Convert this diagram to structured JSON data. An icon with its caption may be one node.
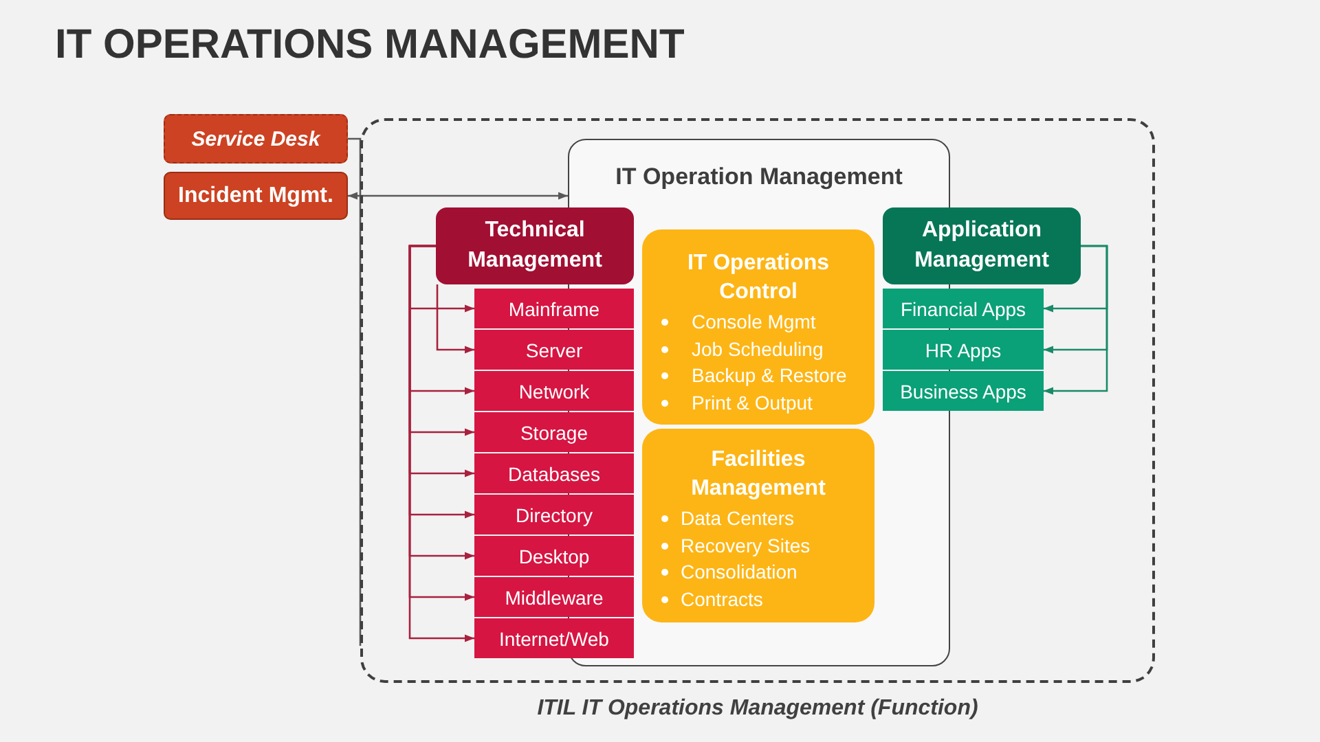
{
  "diagram": {
    "title": "IT OPERATIONS MANAGEMENT",
    "nodes": [
      {
        "text": [
          "ITIL IT Operations Management (Function)"
        ]
      },
      {
        "text": [
          "Service Desk"
        ]
      },
      {
        "text": [
          "Incident Mgmt."
        ]
      },
      {
        "text": [
          "IT Operation Management"
        ],
        "in": 0
      },
      {
        "text": [
          "Technical Management"
        ],
        "in": 0
      },
      {
        "text": [
          "Mainframe"
        ],
        "in": 0
      },
      {
        "text": [
          "Server"
        ],
        "in": 0
      },
      {
        "text": [
          "Network"
        ],
        "in": 0
      },
      {
        "text": [
          "Storage"
        ],
        "in": 0
      },
      {
        "text": [
          "Databases"
        ],
        "in": 0
      },
      {
        "text": [
          "Directory"
        ],
        "in": 0
      },
      {
        "text": [
          "Desktop"
        ],
        "in": 0
      },
      {
        "text": [
          "Middleware"
        ],
        "in": 0
      },
      {
        "text": [
          "Internet/Web"
        ],
        "in": 0
      },
      {
        "text": [
          "IT Operations Control",
          "Console Mgmt",
          "Job Scheduling",
          "Backup & Restore",
          "Print & Output"
        ],
        "in": 3
      },
      {
        "text": [
          "Facilities Management",
          "Data Centers",
          "Recovery Sites",
          "Consolidation",
          "Contracts"
        ],
        "in": 3
      },
      {
        "text": [
          "Application Management"
        ],
        "in": 0
      },
      {
        "text": [
          "Financial Apps"
        ],
        "in": 0
      },
      {
        "text": [
          "HR Apps"
        ],
        "in": 0
      },
      {
        "text": [
          "Business Apps"
        ],
        "in": 0
      }
    ],
    "edges": [
      {
        "from": 1,
        "to": 0,
        "arrow": "none",
        "color": "#595959"
      },
      {
        "from": 2,
        "to": 3,
        "arrow": "both",
        "color": "#595959"
      },
      {
        "from": 4,
        "to": 5,
        "arrow": "to"
      },
      {
        "from": 4,
        "to": 6,
        "arrow": "to"
      },
      {
        "from": 4,
        "to": 7,
        "arrow": "to"
      },
      {
        "from": 4,
        "to": 8,
        "arrow": "to"
      },
      {
        "from": 4,
        "to": 9,
        "arrow": "to"
      },
      {
        "from": 4,
        "to": 10,
        "arrow": "to"
      },
      {
        "from": 4,
        "to": 11,
        "arrow": "to"
      },
      {
        "from": 4,
        "to": 12,
        "arrow": "to"
      },
      {
        "from": 4,
        "to": 13,
        "arrow": "to"
      },
      {
        "from": 16,
        "to": 17,
        "arrow": "to",
        "color": "#1a8a68"
      },
      {
        "from": 16,
        "to": 18,
        "arrow": "to",
        "color": "#1a8a68"
      },
      {
        "from": 16,
        "to": 19,
        "arrow": "to",
        "color": "#1a8a68"
      }
    ]
  }
}
